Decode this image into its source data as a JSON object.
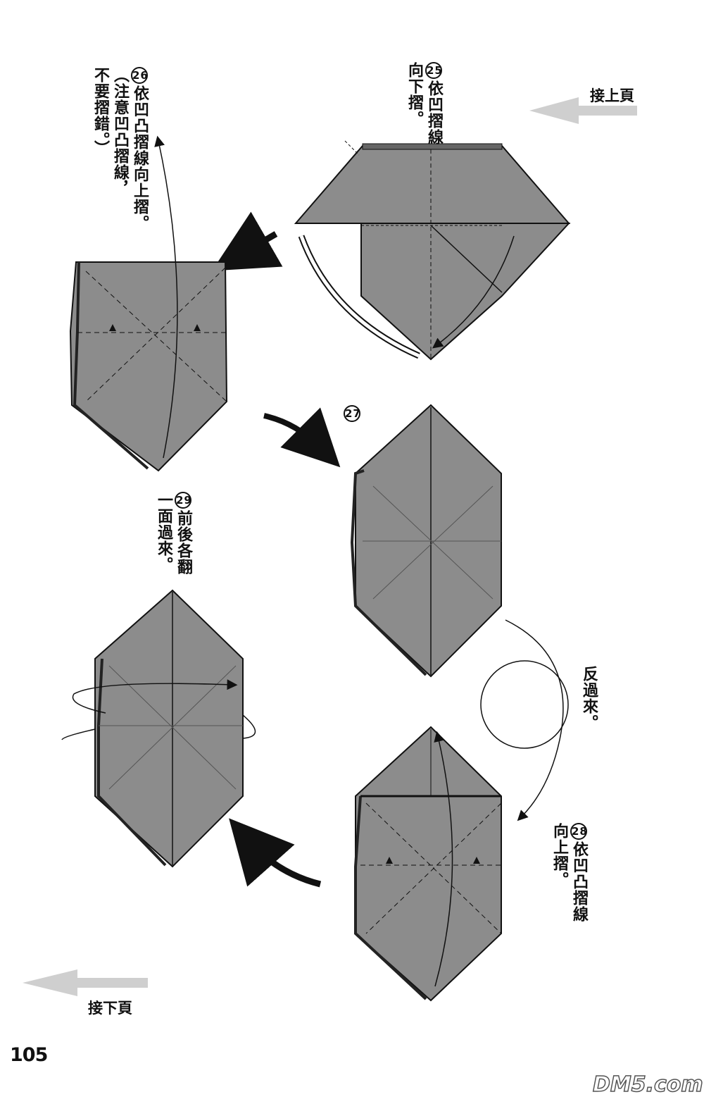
{
  "navigation": {
    "prev_page_label": "接上頁",
    "next_page_label": "接下頁"
  },
  "steps": [
    {
      "number": "25",
      "instruction_lines": [
        "依凹摺線",
        "向下摺。"
      ]
    },
    {
      "number": "26",
      "instruction_lines": [
        "依凹凸摺線向上摺。",
        "（注意凹凸摺線，",
        "不要摺錯。）"
      ]
    },
    {
      "number": "27",
      "instruction_lines": []
    },
    {
      "number": "28",
      "instruction_lines": [
        "依凹凸摺線",
        "向上摺。"
      ]
    },
    {
      "number": "29",
      "instruction_lines": [
        "前後各翻",
        "一面過來。"
      ]
    }
  ],
  "turn_over_label": "反過來。",
  "page_number": "105",
  "watermark": "DM5.com",
  "colors": {
    "paper": "#8c8c8c",
    "ink": "#111111",
    "arrow_gray": "#c8c8c8"
  }
}
